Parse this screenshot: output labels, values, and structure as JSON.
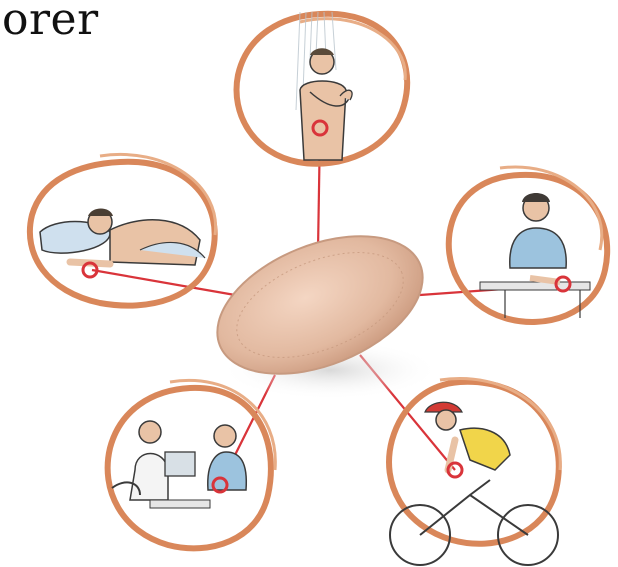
{
  "title": "orer",
  "colors": {
    "ring": "#d9875a",
    "ring_light": "#e8ad86",
    "link": "#d9343a",
    "device": "#e2b9a0",
    "device_edge": "#c79a80",
    "skin": "#e9c3a6",
    "shirt_blue": "#9cc3de",
    "ink": "#3a3a3a"
  },
  "diagram": {
    "center": {
      "label": "implant-device"
    },
    "scenes": [
      {
        "id": "shower",
        "icon": "shower-person-icon"
      },
      {
        "id": "desk-work",
        "icon": "desk-worker-icon"
      },
      {
        "id": "cycling",
        "icon": "cyclist-icon"
      },
      {
        "id": "clinic",
        "icon": "doctor-patient-icon"
      },
      {
        "id": "sleeping",
        "icon": "sleeping-person-icon"
      }
    ]
  }
}
